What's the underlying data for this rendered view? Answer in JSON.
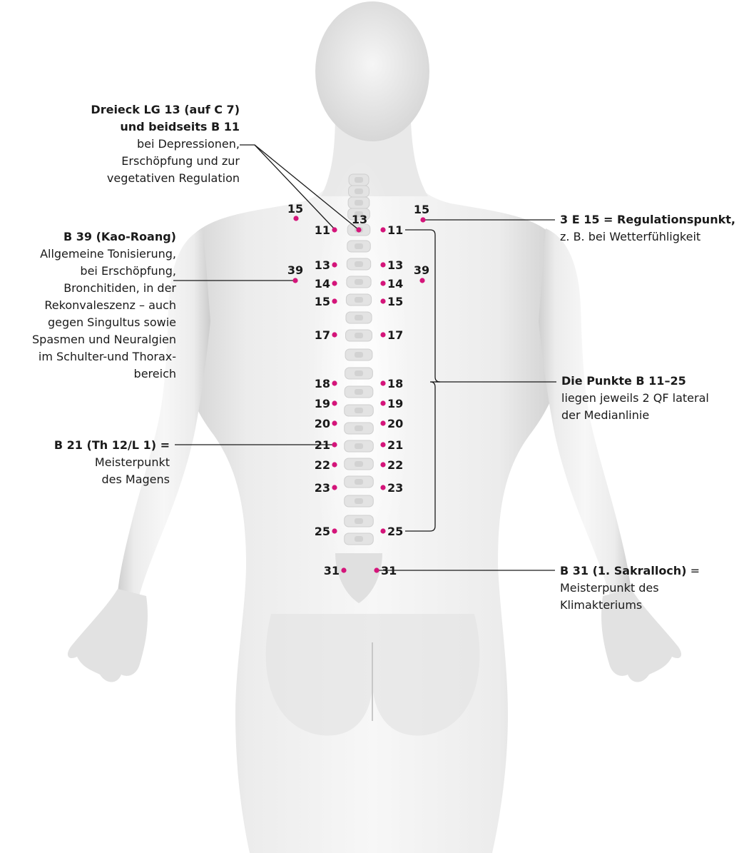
{
  "annotations": {
    "dreieck": {
      "title_line1": "Dreieck LG 13 (auf C 7)",
      "title_line2": "und beidseits B 11",
      "body": [
        "bei Depressionen,",
        "Erschöpfung und zur",
        "vegetativen Regulation"
      ]
    },
    "b39": {
      "title": "B 39 (Kao-Roang)",
      "body": [
        "Allgemeine Tonisierung,",
        "bei Erschöpfung,",
        "Bronchitiden, in der",
        "Rekonvaleszenz – auch",
        "gegen Singultus sowie",
        "Spasmen und Neuralgien",
        "im Schulter-und Thorax-",
        "bereich"
      ]
    },
    "b21": {
      "title": "B 21 (Th 12/L 1) =",
      "body": [
        "Meisterpunkt",
        "des Magens"
      ]
    },
    "e15": {
      "title": "3 E 15 = Regulationspunkt,",
      "body": [
        "z. B. bei Wetterfühligkeit"
      ]
    },
    "b11_25": {
      "title": "Die Punkte B 11–25",
      "body": [
        "liegen jeweils 2 QF lateral",
        "der Medianlinie"
      ]
    },
    "b31": {
      "title": "B 31 (1. Sakralloch)",
      "title_suffix": " =",
      "body": [
        "Meisterpunkt des",
        "Klimakteriums"
      ]
    }
  },
  "point_labels": {
    "top_center": "13",
    "shoulder_left": "15",
    "shoulder_right": "15",
    "side_left": "39",
    "side_right": "39",
    "left": [
      "11",
      "13",
      "14",
      "15",
      "17",
      "18",
      "19",
      "20",
      "21",
      "22",
      "23",
      "25",
      "31"
    ],
    "right": [
      "11",
      "13",
      "14",
      "15",
      "17",
      "18",
      "19",
      "20",
      "21",
      "22",
      "23",
      "25",
      "31"
    ]
  },
  "colors": {
    "point": "#d4157a",
    "line": "#1a1a1a",
    "skin_light": "#f4f4f4",
    "skin_shade": "#d6d6d6"
  }
}
